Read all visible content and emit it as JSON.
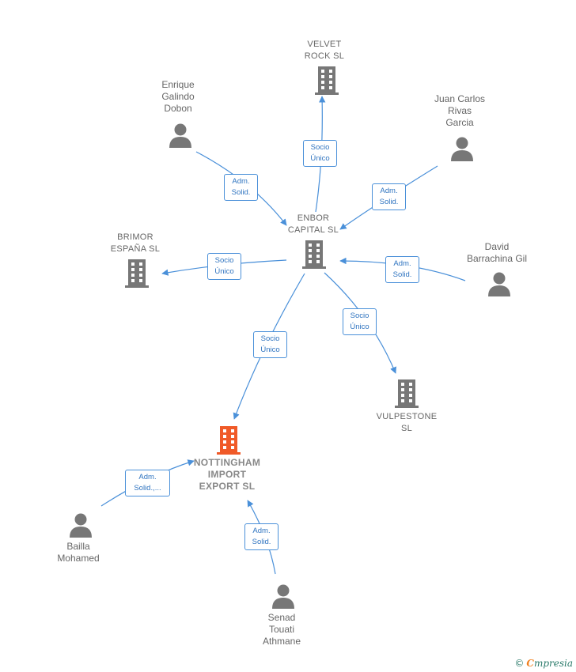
{
  "nodes": {
    "velvet": {
      "label": "VELVET\nROCK SL",
      "type": "company"
    },
    "enrique": {
      "label": "Enrique\nGalindo\nDobon",
      "type": "person"
    },
    "juan": {
      "label": "Juan Carlos\nRivas\nGarcia",
      "type": "person"
    },
    "enbor": {
      "label": "ENBOR\nCAPITAL SL",
      "type": "company"
    },
    "brimor": {
      "label": "BRIMOR\nESPAÑA SL",
      "type": "company"
    },
    "david": {
      "label": "David\nBarrachina Gil",
      "type": "person"
    },
    "vulpestone": {
      "label": "VULPESTONE\nSL",
      "type": "company"
    },
    "nottingham": {
      "label": "NOTTINGHAM\nIMPORT\nEXPORT SL",
      "type": "company",
      "highlight": true
    },
    "bailla": {
      "label": "Bailla\nMohamed",
      "type": "person"
    },
    "senad": {
      "label": "Senad\nTouati\nAthmane",
      "type": "person"
    }
  },
  "edges": {
    "enbor_velvet": "Socio\nÚnico",
    "enrique_enbor": "Adm.\nSolid.",
    "juan_enbor": "Adm.\nSolid.",
    "enbor_brimor": "Socio\nÚnico",
    "david_enbor": "Adm.\nSolid.",
    "enbor_vulpestone": "Socio\nÚnico",
    "enbor_nottingham": "Socio\nÚnico",
    "bailla_nottingham": "Adm.\nSolid.,...",
    "senad_nottingham": "Adm.\nSolid."
  },
  "colors": {
    "edge": "#4a90d9",
    "icon": "#777777",
    "highlight": "#f05a28"
  },
  "icons": {
    "company": "building-icon",
    "person": "person-icon"
  },
  "brand": {
    "copyright": "©",
    "initial": "C",
    "rest": "mpresia"
  }
}
